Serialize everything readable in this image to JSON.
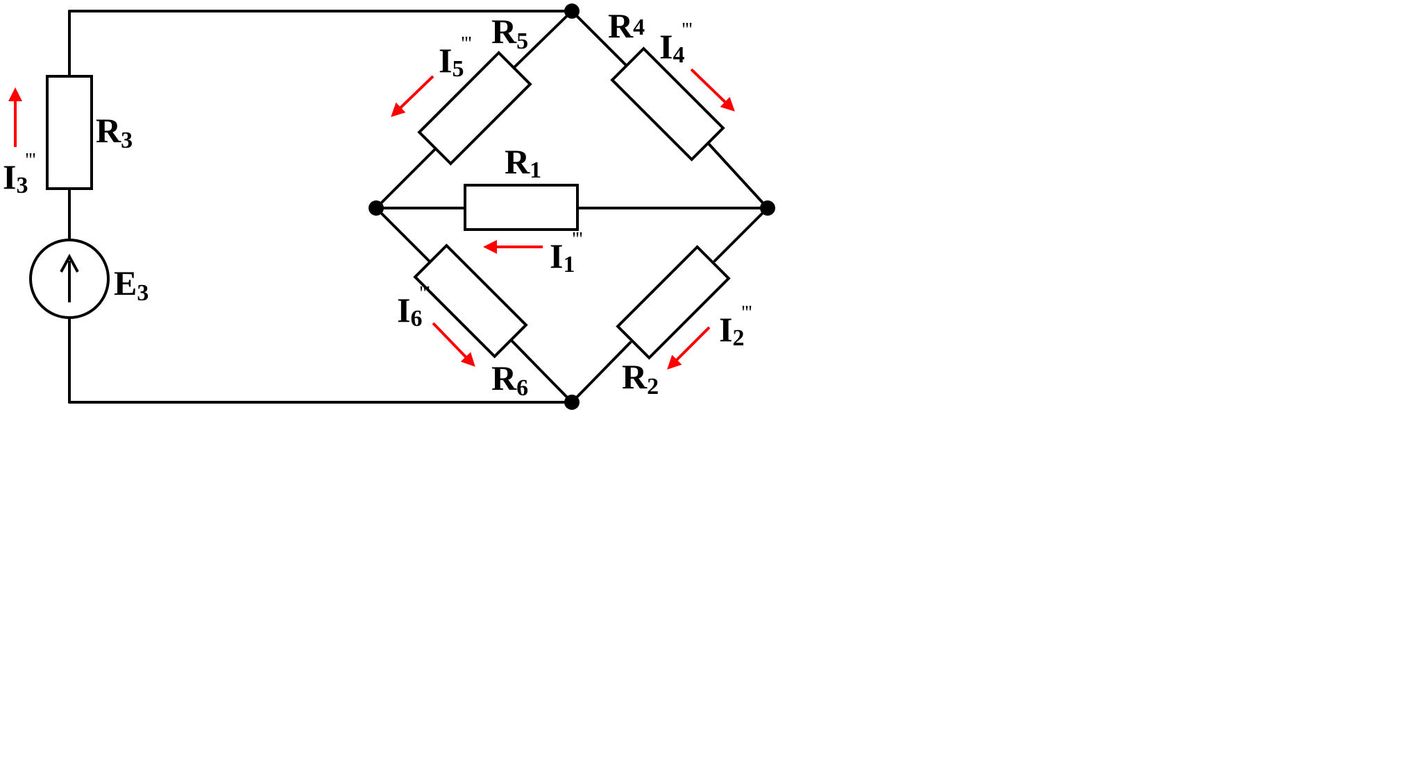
{
  "colors": {
    "wire": "#000000",
    "current_arrow": "#ff0000",
    "background": "#ffffff"
  },
  "resistors": {
    "r1": {
      "main": "R",
      "sub": "1"
    },
    "r2": {
      "main": "R",
      "sub": "2"
    },
    "r3": {
      "main": "R",
      "sub": "3"
    },
    "r4": {
      "main": "R",
      "sub": "4"
    },
    "r5": {
      "main": "R",
      "sub": "5"
    },
    "r6": {
      "main": "R",
      "sub": "6"
    }
  },
  "source": {
    "e3": {
      "main": "E",
      "sub": "3"
    }
  },
  "currents": {
    "i1": {
      "main": "I",
      "sub": "1",
      "prime": "'''"
    },
    "i2": {
      "main": "I",
      "sub": "2",
      "prime": "'''"
    },
    "i3": {
      "main": "I",
      "sub": "3",
      "prime": "'''"
    },
    "i4": {
      "main": "I",
      "sub": "4",
      "prime": "'''"
    },
    "i5": {
      "main": "I",
      "sub": "5",
      "prime": "'''"
    },
    "i6": {
      "main": "I",
      "sub": "6",
      "prime": "'''"
    }
  }
}
